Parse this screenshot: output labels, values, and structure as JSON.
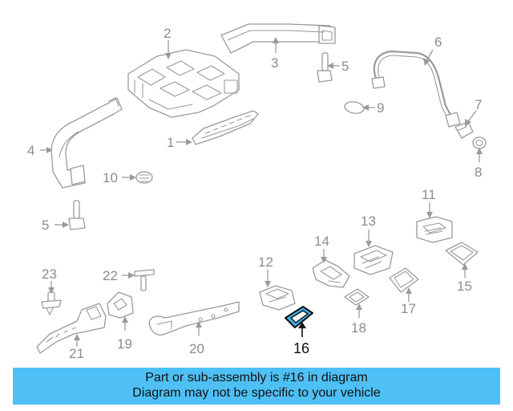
{
  "callouts": {
    "c1": "1",
    "c2": "2",
    "c3": "3",
    "c4": "4",
    "c5a": "5",
    "c5b": "5",
    "c6": "6",
    "c7": "7",
    "c8": "8",
    "c9": "9",
    "c10": "10",
    "c11": "11",
    "c12": "12",
    "c13": "13",
    "c14": "14",
    "c15": "15",
    "c16": "16",
    "c17": "17",
    "c18": "18",
    "c19": "19",
    "c20": "20",
    "c21": "21",
    "c22": "22",
    "c23": "23"
  },
  "highlight": {
    "part_number": "16",
    "color": "#3fb0e8"
  },
  "banner": {
    "line1": "Part or sub-assembly is #16 in diagram",
    "line2": "Diagram may not be specific to your vehicle",
    "color": "#4fc0f5"
  }
}
